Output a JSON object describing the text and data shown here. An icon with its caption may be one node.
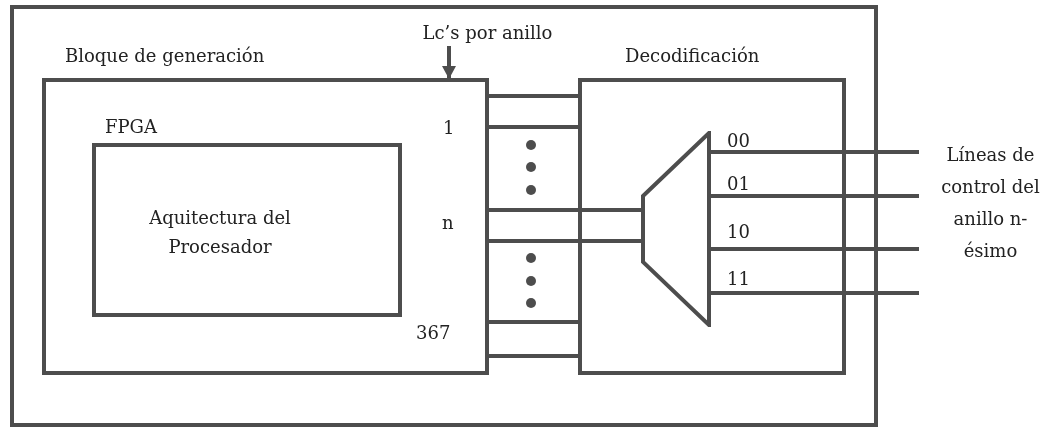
{
  "diagram": {
    "nodes": [
      {
        "text": [],
        "shape": "box"
      },
      {
        "text": [
          "Bloque de generación"
        ],
        "in": 0
      },
      {
        "text": [
          "FPGA",
          "Aquitectura del Procesador"
        ],
        "in": 1
      },
      {
        "text": [
          "Decodificación"
        ],
        "in": 0
      },
      {
        "text": [],
        "shape": "trapezoid",
        "in": 3
      },
      {
        "text": [
          "Lc’s por anillo"
        ],
        "in": 0
      },
      {
        "text": [
          "Líneas de control del anillo n-ésimo"
        ]
      }
    ],
    "edges": [
      {
        "from": 5,
        "to": 1,
        "arrow": "to"
      },
      {
        "from": 1,
        "to": 3,
        "arrow": "none"
      },
      {
        "from": 1,
        "to": 3,
        "arrow": "none"
      },
      {
        "from": 1,
        "to": 4,
        "arrow": "none"
      },
      {
        "from": 1,
        "to": 4,
        "arrow": "none"
      },
      {
        "from": 1,
        "to": 3,
        "arrow": "none"
      },
      {
        "from": 1,
        "to": 3,
        "arrow": "none"
      },
      {
        "from": 4,
        "to": 6,
        "arrow": "none"
      },
      {
        "from": 4,
        "to": 6,
        "arrow": "none"
      },
      {
        "from": 4,
        "to": 6,
        "arrow": "none"
      },
      {
        "from": 4,
        "to": 6,
        "arrow": "none"
      }
    ],
    "labels": [
      "1",
      "n",
      "367",
      "00",
      "01",
      "10",
      "11"
    ]
  }
}
